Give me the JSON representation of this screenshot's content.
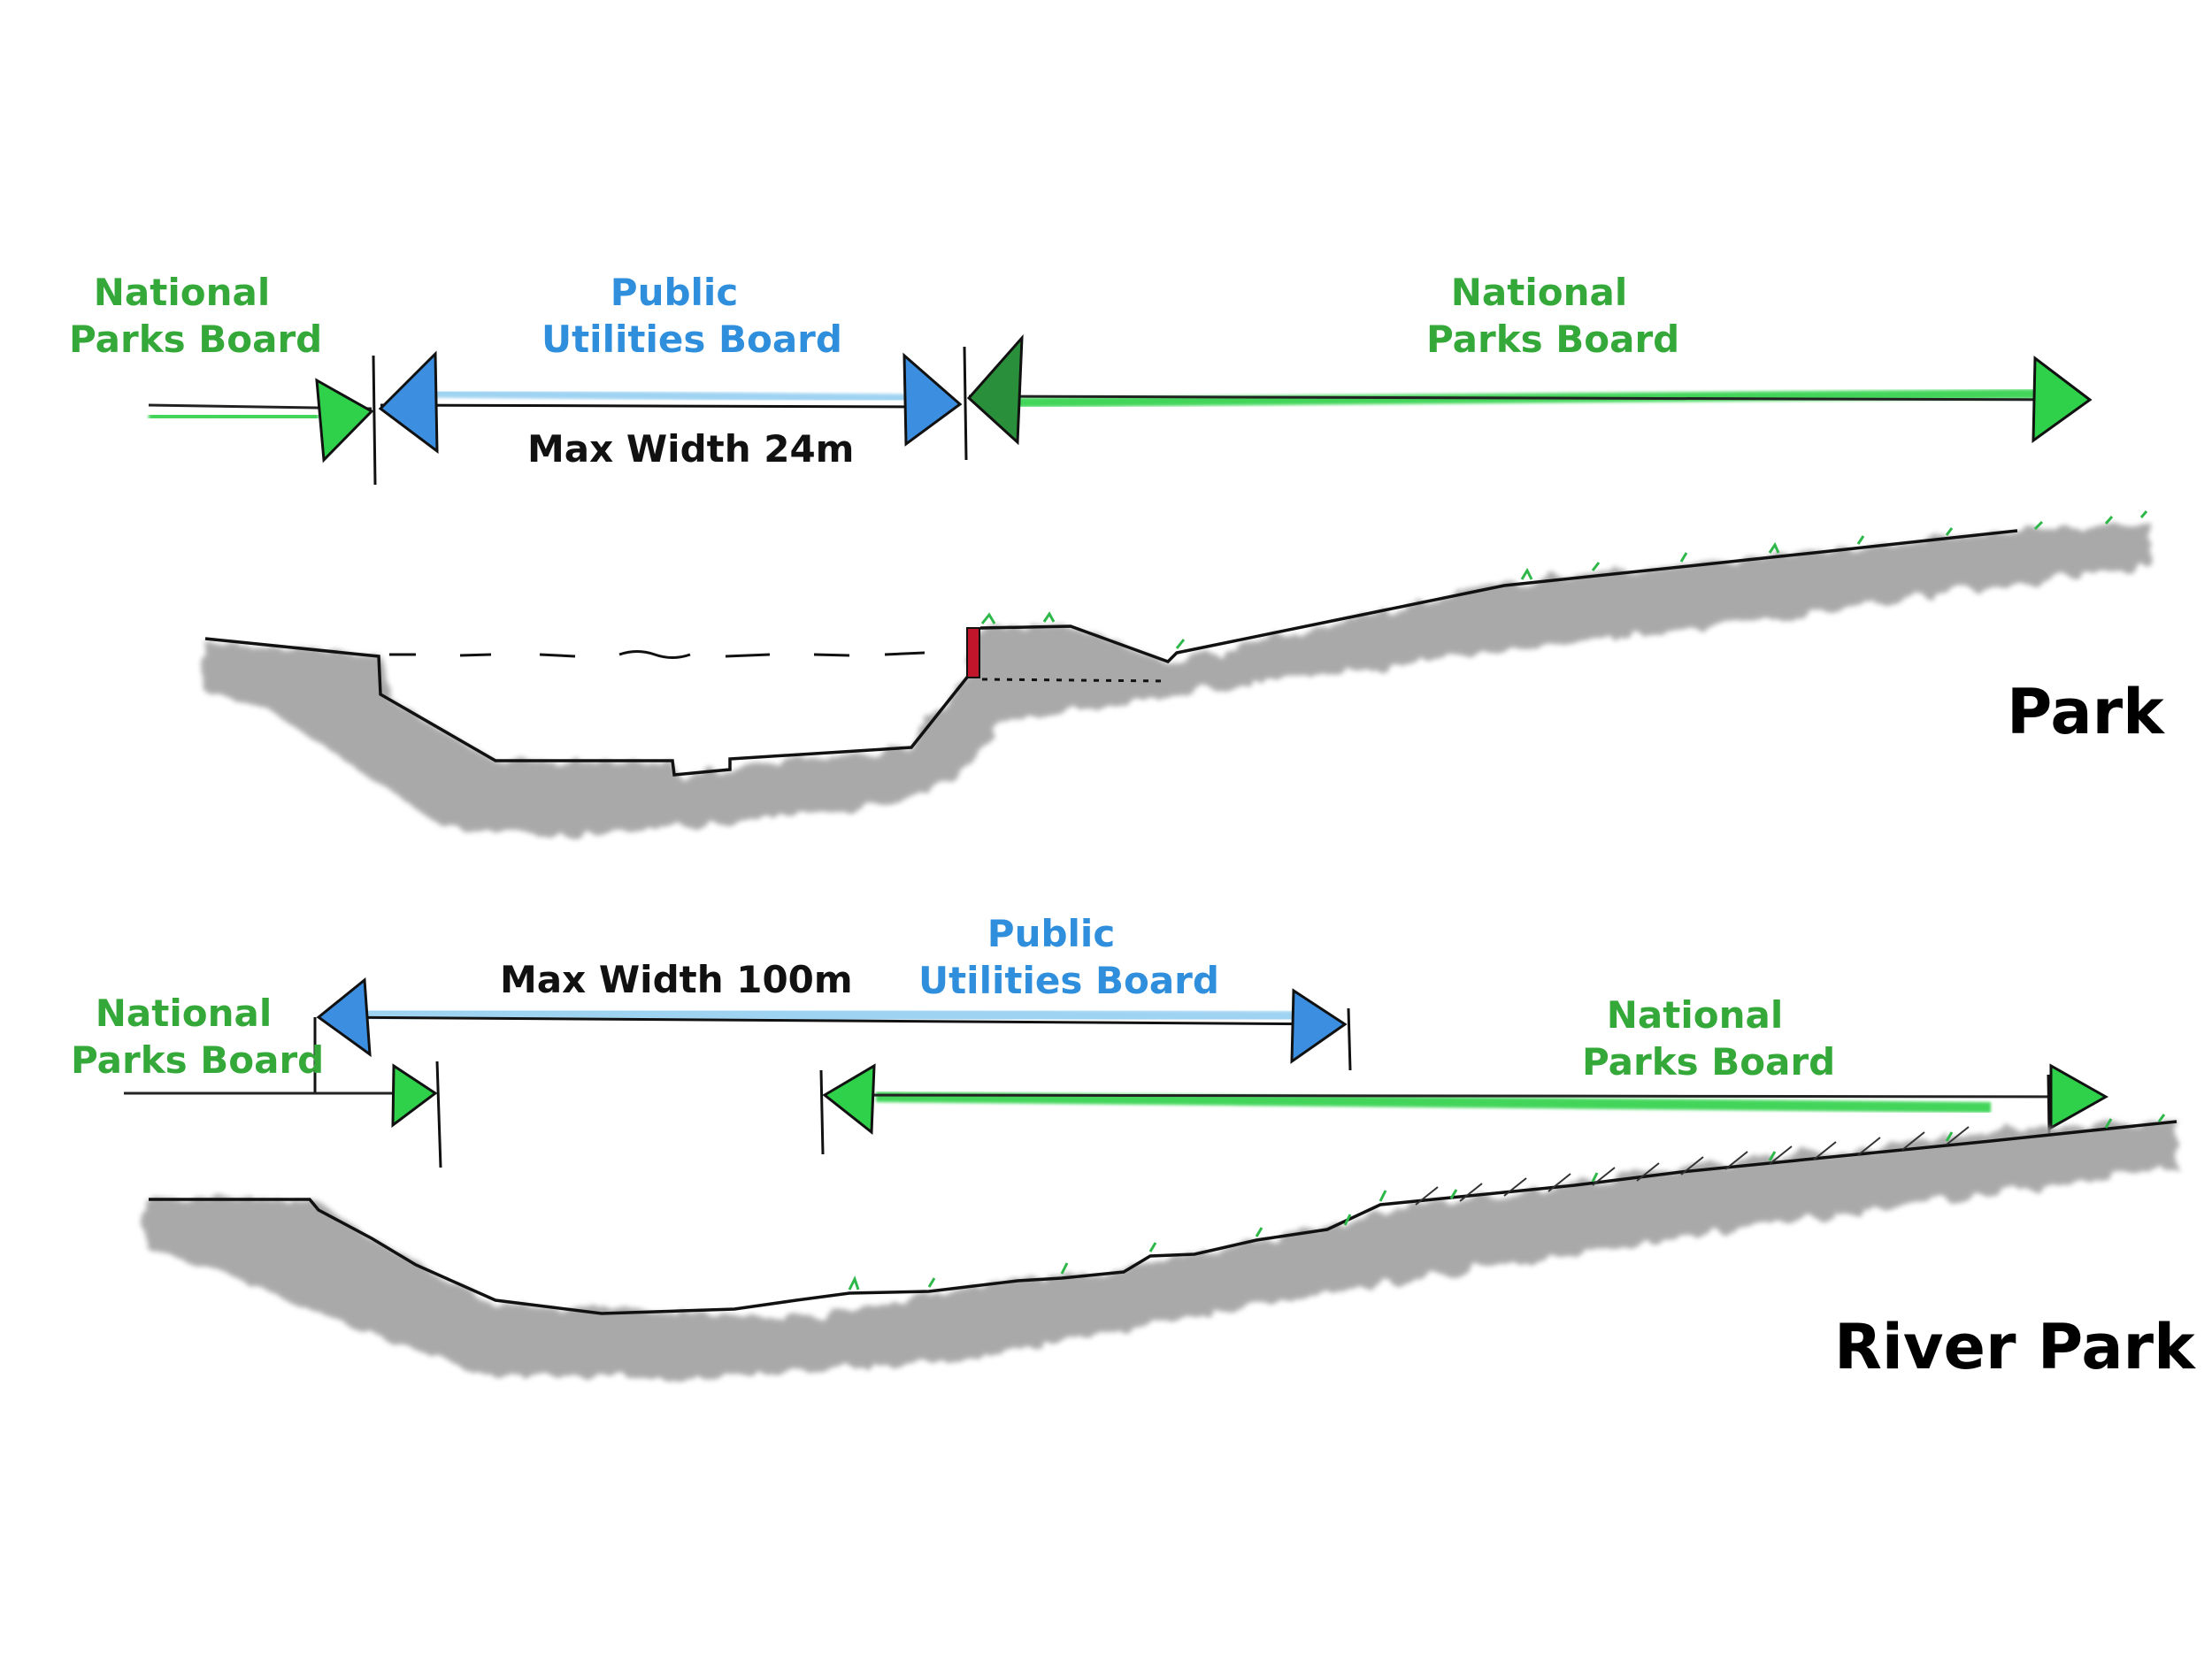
{
  "colors": {
    "nparks_green": "#35a83a",
    "marker_green": "#2fd14a",
    "pub_blue": "#2f8fdc",
    "water_blue": "#9fd3f2",
    "ground_grey": "#8a8a8a",
    "wall_red": "#c0152a",
    "ink": "#111111"
  },
  "park": {
    "title": "Park",
    "nparks_left": {
      "line1": "National",
      "line2": "Parks Board"
    },
    "pub": {
      "line1": "Public",
      "line2": "Utilities Board"
    },
    "nparks_right": {
      "line1": "National",
      "line2": "Parks Board"
    },
    "width_label": "Max Width 24m"
  },
  "river_park": {
    "title": "River Park",
    "nparks_left": {
      "line1": "National",
      "line2": "Parks Board"
    },
    "pub": {
      "line1": "Public",
      "line2": "Utilities Board"
    },
    "nparks_right": {
      "line1": "National",
      "line2": "Parks Board"
    },
    "width_label": "Max Width 100m"
  }
}
